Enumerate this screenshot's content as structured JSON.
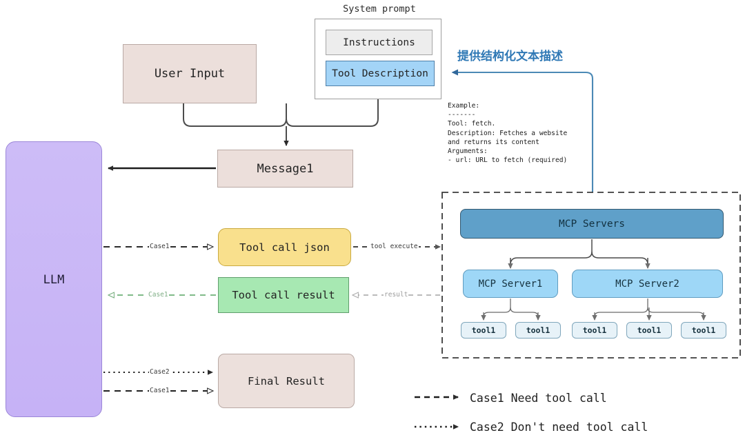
{
  "diagram": {
    "title_note": "LLM tool-calling flow with MCP servers",
    "background": "#ffffff"
  },
  "nodes": {
    "llm": {
      "label": "LLM",
      "color": "#c9b6f5"
    },
    "user_input": {
      "label": "User Input",
      "color": "#ecdfdb"
    },
    "system_prompt": {
      "title": "System prompt",
      "instructions": "Instructions",
      "tool_description": "Tool Description",
      "instructions_color": "#ededed",
      "tool_description_color": "#a3d4f7"
    },
    "annotation_cn": "提供结构化文本描述",
    "example_block": "Example:\n-------\nTool: fetch.\nDescription: Fetches a website\nand returns its content\nArguments:\n- url: URL to fetch (required)",
    "message1": {
      "label": "Message1",
      "color": "#ecdfdb"
    },
    "tool_call_json": {
      "label": "Tool call json",
      "color": "#f9e08d"
    },
    "tool_call_result": {
      "label": "Tool call result",
      "color": "#a7e8b2"
    },
    "final_result": {
      "label": "Final Result",
      "color": "#ece0dc"
    },
    "mcp_servers": {
      "label": "MCP Servers",
      "color": "#5fa0c9"
    },
    "mcp_server1": {
      "label": "MCP Server1",
      "color": "#9ed7f7"
    },
    "mcp_server2": {
      "label": "MCP Server2",
      "color": "#9ed7f7"
    },
    "tools": [
      {
        "label": "tool1"
      },
      {
        "label": "tool1"
      },
      {
        "label": "tool1"
      },
      {
        "label": "tool1"
      },
      {
        "label": "tool1"
      }
    ]
  },
  "edges": {
    "llm_to_toolcall_json": "Case1",
    "toolcall_json_to_mcp": "tool execute",
    "toolcall_result_to_llm": "Case1",
    "mcp_to_toolcall_result": "result",
    "llm_to_final_case2": "Case2",
    "llm_to_final_case1": "Case1"
  },
  "legend": {
    "case1": "Case1 Need tool call",
    "case2": "Case2 Don't need tool call"
  }
}
